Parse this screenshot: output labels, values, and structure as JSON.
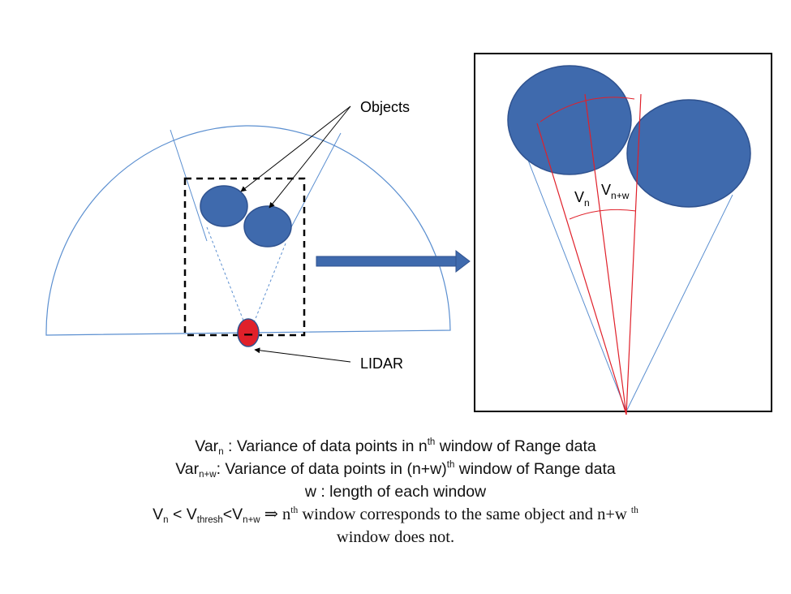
{
  "labels": {
    "objects": "Objects",
    "lidar": "LIDAR",
    "lidar_sign": "−",
    "v": "V",
    "v_n_sub": "n",
    "v_nw_sub": "n+w"
  },
  "caption": {
    "line1": {
      "var": "Var",
      "sub": "n",
      "text": " : Variance of data points in n",
      "sup": "th",
      "text2": " window of Range data"
    },
    "line2": {
      "var": "Var",
      "sub": "n+w",
      "text": ": Variance of data points in (n+w)",
      "sup": "th",
      "text2": " window of Range data"
    },
    "line3": "w : length of each window",
    "line4": {
      "v": "V",
      "sub_n": "n",
      "lt1": "  < V",
      "sub_thresh": "thresh",
      "lt2": "<V",
      "sub_nw": "n+w",
      "implies": " ⇒ n",
      "sup_th": "th",
      "rest": " window corresponds to the same object and n+w ",
      "sup_th2": "th"
    },
    "line5": "window does not."
  },
  "colors": {
    "object_fill": "#3f6aad",
    "object_stroke": "#2f528f",
    "fov_line": "#5b8fd0",
    "ray_line": "#e0202a",
    "lidar_fill": "#e0202a",
    "arrow_fill": "#3f6aad"
  }
}
